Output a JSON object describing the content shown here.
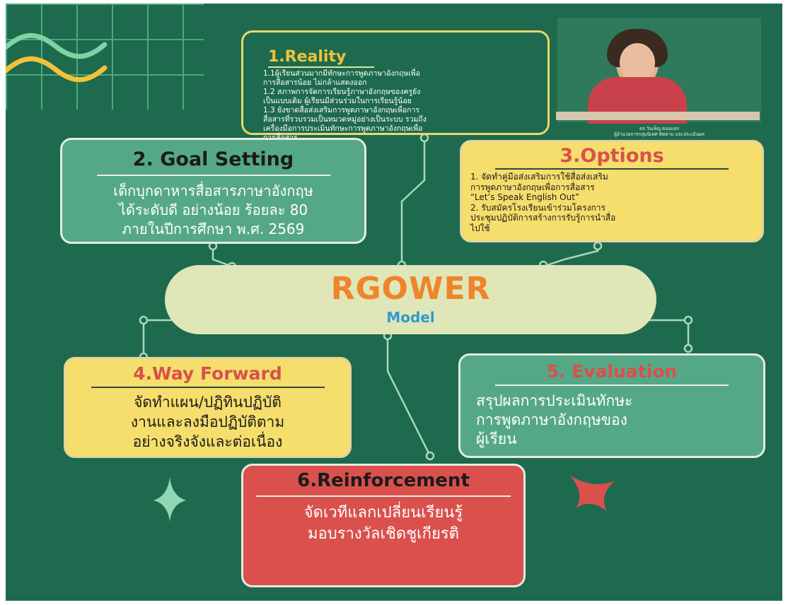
{
  "reality": {
    "title": "1.Reality",
    "lines": [
      "1.1ผู้เรียนส่วนมากมีทักษะการพูดภาษาอังกฤษเพื่อ",
      "การสื่อสารน้อย ไม่กล้าแสดงออก",
      "1.2 สภาพการจัดการเรียนรู้ภาษาอังกฤษของครูยัง",
      "เป็นแบบเดิม ผู้เรียนมีส่วนร่วมในการเรียนรู้น้อย",
      "1.3 ยังขาดสื่อส่งเสริมการพูดภาษาอังกฤษเพื่อการ",
      "สื่อสารที่รวบรวมเป็นหมวดหมู่อย่างเป็นระบบ รวมถึง",
      "เครื่องมือการประเมินทักษะการพูดภาษาอังกฤษเพื่อ",
      "การสื่อสาร"
    ]
  },
  "goal": {
    "title": "2. Goal Setting",
    "lines": [
      "เด็กบุกดาหารสื่อสารภาษาอังกฤษ",
      "ได้ระดับดี อย่างน้อย ร้อยละ 80",
      "ภายในปีการศึกษา พ.ศ. 2569"
    ]
  },
  "options": {
    "title": "3.Options",
    "lines": [
      "1. จัดทำคู่มือส่งเสริมการใช้สื่อส่งเสริม",
      "การพูดภาษาอังกฤษเพื่อการสื่อสาร",
      "“Let’s Speak English Out”",
      "2. รับสมัครโรงเรียนเข้าร่วมโครงการ",
      "ประชุมปฏิบัติการสร้างการรับรู้การนำสื่อ",
      "ไปใช้"
    ]
  },
  "center": {
    "title": "RGOWER",
    "subtitle": "Model"
  },
  "way": {
    "title": "4.Way Forward",
    "lines": [
      "จัดทำแผน/ปฏิทินปฏิบัติ",
      "งานและลงมือปฏิบัติตาม",
      "อย่างจริงจังและต่อเนื่อง"
    ]
  },
  "evaluation": {
    "title": "5. Evaluation",
    "lines": [
      "สรุปผลการประเมินทักษะ",
      "การพูดภาษาอังกฤษของ",
      "ผู้เรียน"
    ]
  },
  "reinforcement": {
    "title": "6.Reinforcement",
    "lines": [
      "จัดเวทีแลกเปลี่ยนเรียนรู้",
      "มอบรางวัลเชิดชูเกียรติ"
    ]
  },
  "photo": {
    "caption_line1": "ดร.วันเพ็ญ ดอนแสง",
    "caption_line2": "ผู้อำนวยการกลุ่มนิเทศ ติดตาม และประเมินผล"
  },
  "colors": {
    "background": "#1e6a4e",
    "teal_box": "#55a886",
    "yellow_box": "#f5de6c",
    "red_box": "#d9504d",
    "center_oval": "#dfe6b8",
    "title_orange": "#f0842a",
    "title_red": "#d9504d",
    "title_teal": "#2f9a8c",
    "subtitle_blue": "#2e9bd0"
  }
}
